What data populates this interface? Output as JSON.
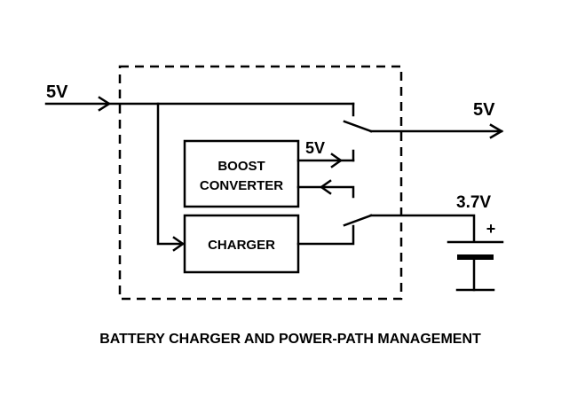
{
  "diagram": {
    "title": "BATTERY CHARGER AND POWER-PATH MANAGEMENT",
    "input_label": "5V",
    "output_label": "5V",
    "boost_output_label": "5V",
    "battery_label": "3.7V",
    "battery_polarity": "+",
    "blocks": {
      "boost": {
        "line1": "BOOST",
        "line2": "CONVERTER"
      },
      "charger": {
        "label": "CHARGER"
      }
    },
    "colors": {
      "line": "#000000",
      "background": "#ffffff"
    }
  }
}
